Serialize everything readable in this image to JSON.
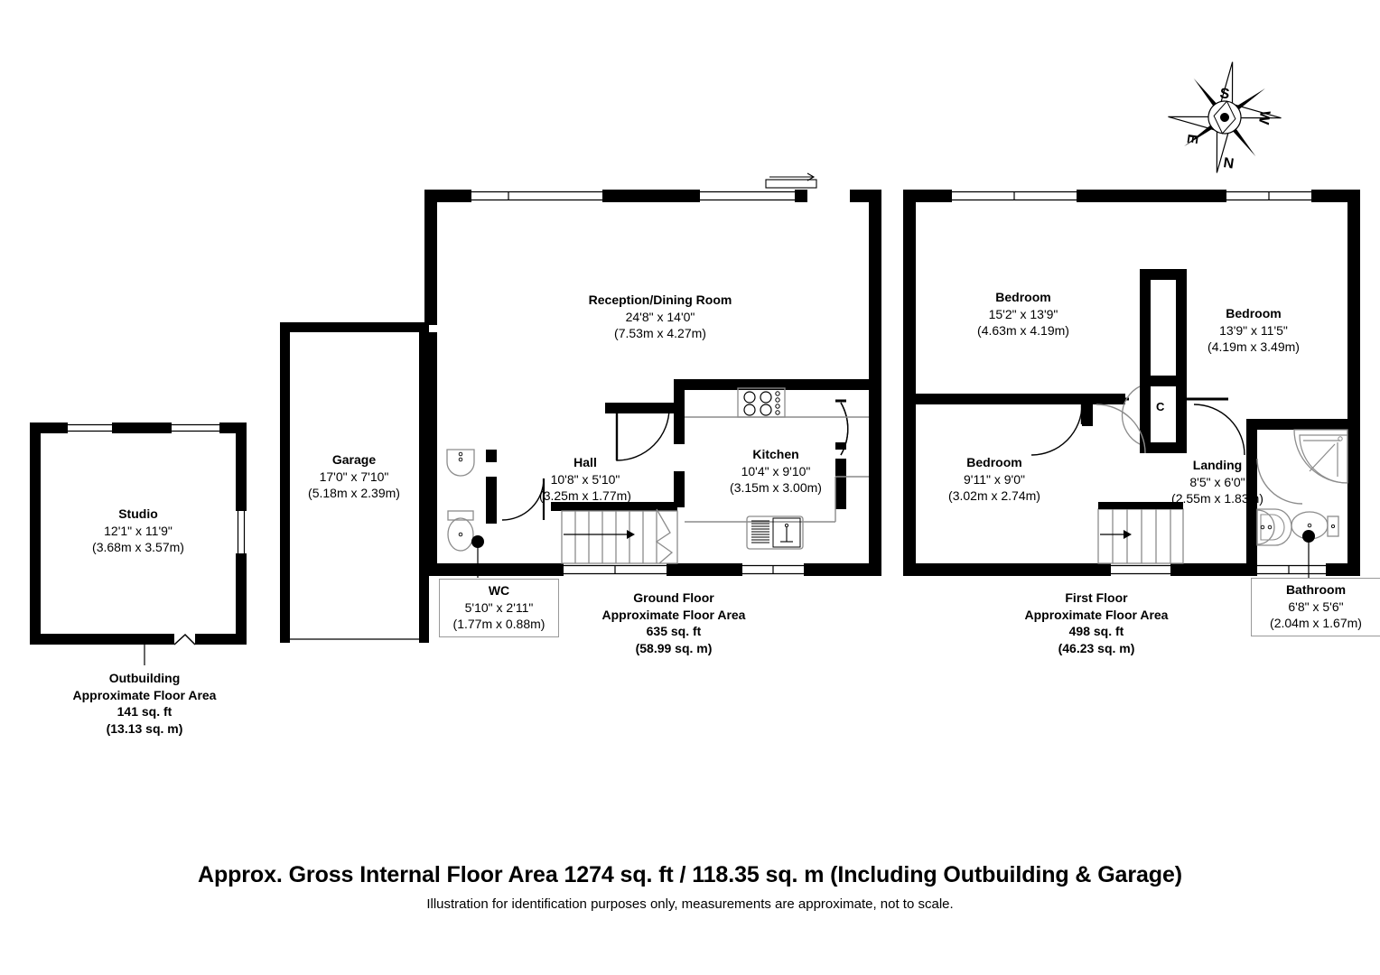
{
  "document": {
    "type": "residential-floor-plan",
    "footer_main": "Approx. Gross Internal Floor Area 1274 sq. ft / 118.35 sq. m (Including Outbuilding & Garage)",
    "footer_sub": "Illustration for identification purposes only, measurements are approximate, not to scale."
  },
  "colors": {
    "wall": "#000000",
    "fixture_line": "#8c8c8c",
    "background": "#ffffff",
    "label_box_border": "#999999"
  },
  "compass": {
    "name": "compass-rose",
    "top_letter": "S",
    "bottom_letter": "N",
    "left_letter": "E",
    "right_letter": "W"
  },
  "rooms": [
    {
      "key": "studio",
      "name": "Studio",
      "imperial": "12'1\" x 11'9\"",
      "metric": "(3.68m x 3.57m)",
      "boxed": false
    },
    {
      "key": "garage",
      "name": "Garage",
      "imperial": "17'0\" x 7'10\"",
      "metric": "(5.18m x 2.39m)",
      "boxed": false
    },
    {
      "key": "reception_dining",
      "name": "Reception/Dining Room",
      "imperial": "24'8\" x 14'0\"",
      "metric": "(7.53m x 4.27m)",
      "boxed": false
    },
    {
      "key": "hall",
      "name": "Hall",
      "imperial": "10'8\" x 5'10\"",
      "metric": "(3.25m x 1.77m)",
      "boxed": false
    },
    {
      "key": "kitchen",
      "name": "Kitchen",
      "imperial": "10'4\" x 9'10\"",
      "metric": "(3.15m x 3.00m)",
      "boxed": false
    },
    {
      "key": "wc",
      "name": "WC",
      "imperial": "5'10\" x 2'11\"",
      "metric": "(1.77m x 0.88m)",
      "boxed": true
    },
    {
      "key": "bedroom_main",
      "name": "Bedroom",
      "imperial": "15'2\" x 13'9\"",
      "metric": "(4.63m x 4.19m)",
      "boxed": false
    },
    {
      "key": "bedroom_second",
      "name": "Bedroom",
      "imperial": "13'9\" x 11'5\"",
      "metric": "(4.19m x 3.49m)",
      "boxed": false
    },
    {
      "key": "bedroom_third",
      "name": "Bedroom",
      "imperial": "9'11\" x 9'0\"",
      "metric": "(3.02m x 2.74m)",
      "boxed": false
    },
    {
      "key": "landing",
      "name": "Landing",
      "imperial": "8'5\" x 6'0\"",
      "metric": "(2.55m x 1.83m)",
      "boxed": false
    },
    {
      "key": "bathroom",
      "name": "Bathroom",
      "imperial": "6'8\" x 5'6\"",
      "metric": "(2.04m x 1.67m)",
      "boxed": true
    }
  ],
  "closet": {
    "label": "C"
  },
  "floor_areas": [
    {
      "key": "outbuilding",
      "title": "Outbuilding",
      "subtitle": "Approximate Floor Area",
      "sqft": "141 sq. ft",
      "sqm": "(13.13 sq. m)"
    },
    {
      "key": "ground_floor",
      "title": "Ground Floor",
      "subtitle": "Approximate Floor Area",
      "sqft": "635 sq. ft",
      "sqm": "(58.99 sq. m)"
    },
    {
      "key": "first_floor",
      "title": "First Floor",
      "subtitle": "Approximate Floor Area",
      "sqft": "498 sq. ft",
      "sqm": "(46.23 sq. m)"
    }
  ]
}
